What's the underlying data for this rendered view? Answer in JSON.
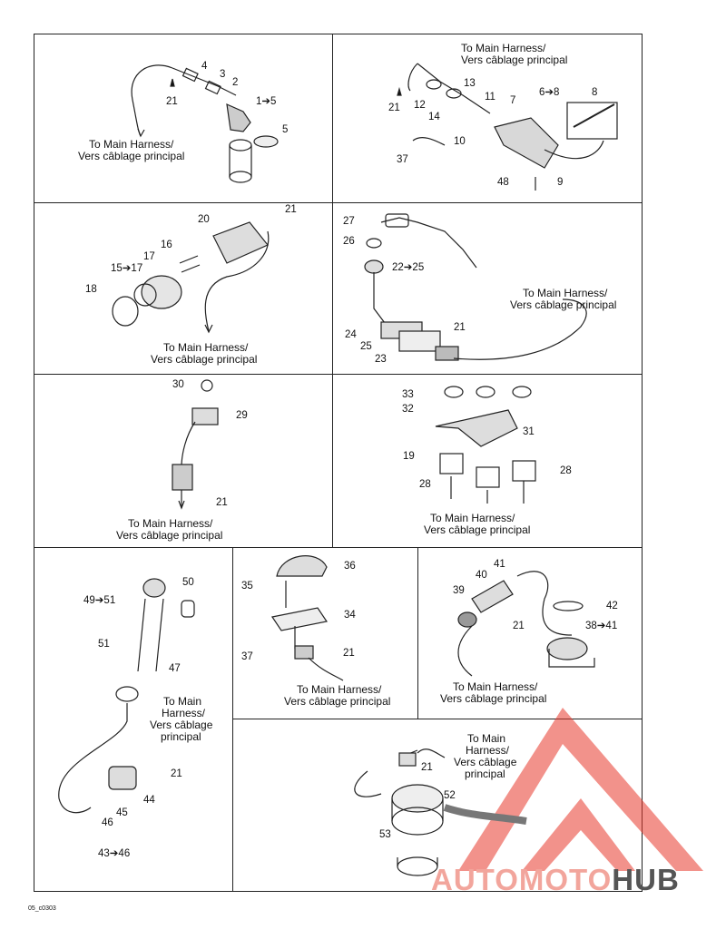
{
  "harness_caption": {
    "en": "To Main Harness/",
    "fr": "Vers câblage principal"
  },
  "harness_caption_split": {
    "l1": "To Main",
    "l2": "Harness/",
    "l3": "Vers câblage",
    "l4": "principal"
  },
  "panel1": {
    "n4": "4",
    "n3": "3",
    "n2": "2",
    "n1_5": "1➔5",
    "n5": "5",
    "n21": "21"
  },
  "panel2": {
    "n13": "13",
    "n11": "11",
    "n7": "7",
    "n6_8": "6➔8",
    "n8": "8",
    "n21": "21",
    "n12": "12",
    "n14": "14",
    "n10": "10",
    "n37": "37",
    "n48": "48",
    "n9": "9"
  },
  "panel3": {
    "n20": "20",
    "n21": "21",
    "n16": "16",
    "n17": "17",
    "n15_17": "15➔17",
    "n18": "18"
  },
  "panel4": {
    "n27": "27",
    "n26": "26",
    "n22_25": "22➔25",
    "n24": "24",
    "n25": "25",
    "n23": "23",
    "n21": "21"
  },
  "panel5": {
    "n30": "30",
    "n29": "29",
    "n21": "21"
  },
  "panel6": {
    "n33": "33",
    "n32": "32",
    "n31": "31",
    "n19": "19",
    "n28a": "28",
    "n28b": "28"
  },
  "panel7": {
    "n49_51": "49➔51",
    "n50": "50",
    "n51": "51",
    "n47": "47",
    "n21": "21",
    "n44": "44",
    "n45": "45",
    "n46": "46",
    "n43_46": "43➔46"
  },
  "panel8": {
    "n36": "36",
    "n35": "35",
    "n34": "34",
    "n37": "37",
    "n21": "21"
  },
  "panel9": {
    "n41": "41",
    "n40": "40",
    "n39": "39",
    "n42": "42",
    "n38_41": "38➔41",
    "n21": "21"
  },
  "panel10": {
    "n21": "21",
    "n52": "52",
    "n53": "53"
  },
  "figure_code": "05_c0303",
  "watermark": {
    "part1": "AUTOMOTO",
    "part2": "HUB",
    "color": "#e8382c"
  }
}
